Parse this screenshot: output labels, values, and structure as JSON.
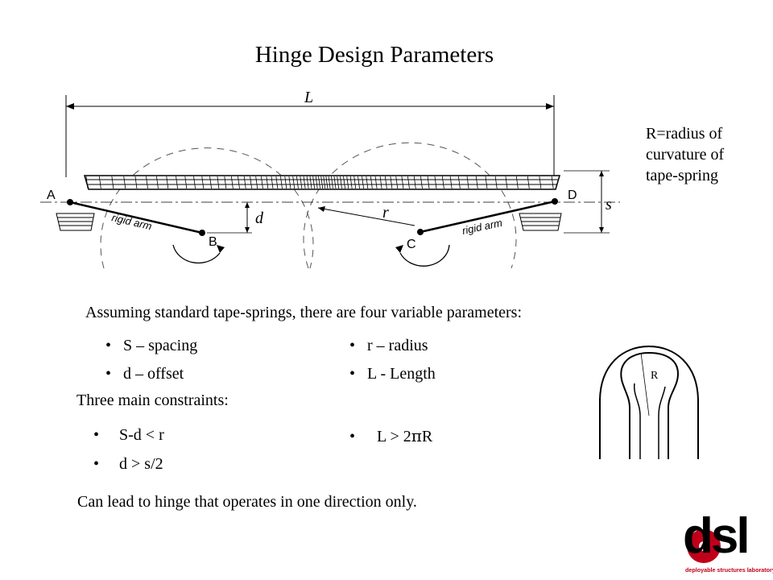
{
  "slide": {
    "title": "Hinge Design Parameters",
    "note": "R=radius of curvature of tape-spring",
    "intro": "Assuming standard tape-springs, there are four variable parameters:",
    "parameters": [
      "S – spacing",
      "d – offset",
      "r – radius",
      "L - Length"
    ],
    "constraints_heading": "Three main constraints:",
    "constraints": [
      "S-d < r",
      "d > s/2"
    ],
    "length_constraint": {
      "prefix": "L > 2",
      "symbol": "π",
      "suffix": "R"
    },
    "conclusion": "Can lead to hinge that operates in one direction only."
  },
  "diagram": {
    "label_L": "L",
    "label_A": "A",
    "label_B": "B",
    "label_C": "C",
    "label_D": "D",
    "label_d": "d",
    "label_r": "r",
    "label_s": "s",
    "arm_left": "rigid arm",
    "arm_right": "rigid arm"
  },
  "inset": {
    "label_R": "R"
  },
  "logo": {
    "word": "dsl",
    "tagline": "deployable structures laboratory",
    "accent": "#c0001a"
  }
}
